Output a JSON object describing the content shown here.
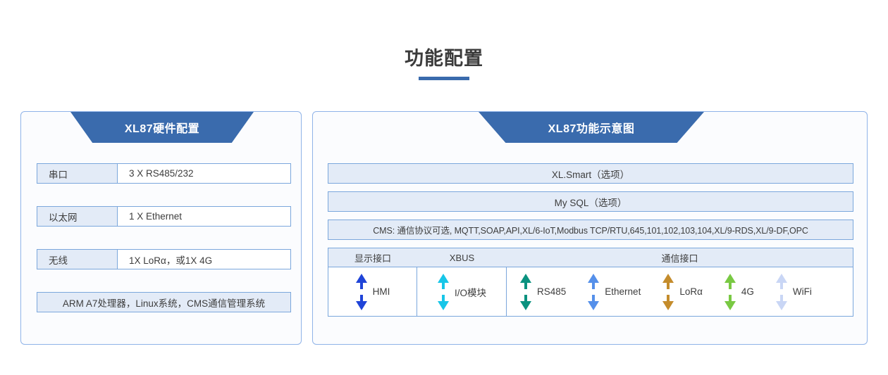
{
  "page": {
    "title": "功能配置",
    "accent_color": "#3a6bad",
    "panel_border_color": "#8fb3e8",
    "cell_border_color": "#7ba7dc",
    "cell_fill_color": "#e3ebf7"
  },
  "left_panel": {
    "banner_title": "XL87硬件配置",
    "rows": [
      {
        "key": "串口",
        "value": "3 X RS485/232"
      },
      {
        "key": "以太网",
        "value": "1 X Ethernet"
      },
      {
        "key": "无线",
        "value": "1X LoRα，或1X 4G"
      }
    ],
    "footer_row": "ARM A7处理器，Linux系统，CMS通信管理系统"
  },
  "right_panel": {
    "banner_title": "XL87功能示意图",
    "stack_rows": [
      "XL.Smart（选项）",
      "My SQL（选项）",
      "CMS: 通信协议可选, MQTT,SOAP,API,XL/6-IoT,Modbus TCP/RTU,645,101,102,103,104,XL/9-RDS,XL/9-DF,OPC"
    ],
    "interface_headers": {
      "display": "显示接口",
      "xbus": "XBUS",
      "comm": "通信接口"
    },
    "display_items": [
      {
        "label": "HMI",
        "color": "#1f44d8",
        "icon": "double-arrow-vertical-icon"
      }
    ],
    "xbus_items": [
      {
        "label": "I/O模块",
        "color": "#17c6e8",
        "icon": "double-arrow-vertical-icon"
      }
    ],
    "comm_items": [
      {
        "label": "RS485",
        "color": "#0a927f",
        "icon": "double-arrow-vertical-icon"
      },
      {
        "label": "Ethernet",
        "color": "#5590ea",
        "icon": "double-arrow-vertical-icon"
      },
      {
        "label": "LoRα",
        "color": "#c48c2c",
        "icon": "double-arrow-vertical-icon"
      },
      {
        "label": "4G",
        "color": "#79c943",
        "icon": "double-arrow-vertical-icon"
      },
      {
        "label": "WiFi",
        "color": "#c9d6f5",
        "icon": "double-arrow-vertical-icon"
      }
    ]
  }
}
